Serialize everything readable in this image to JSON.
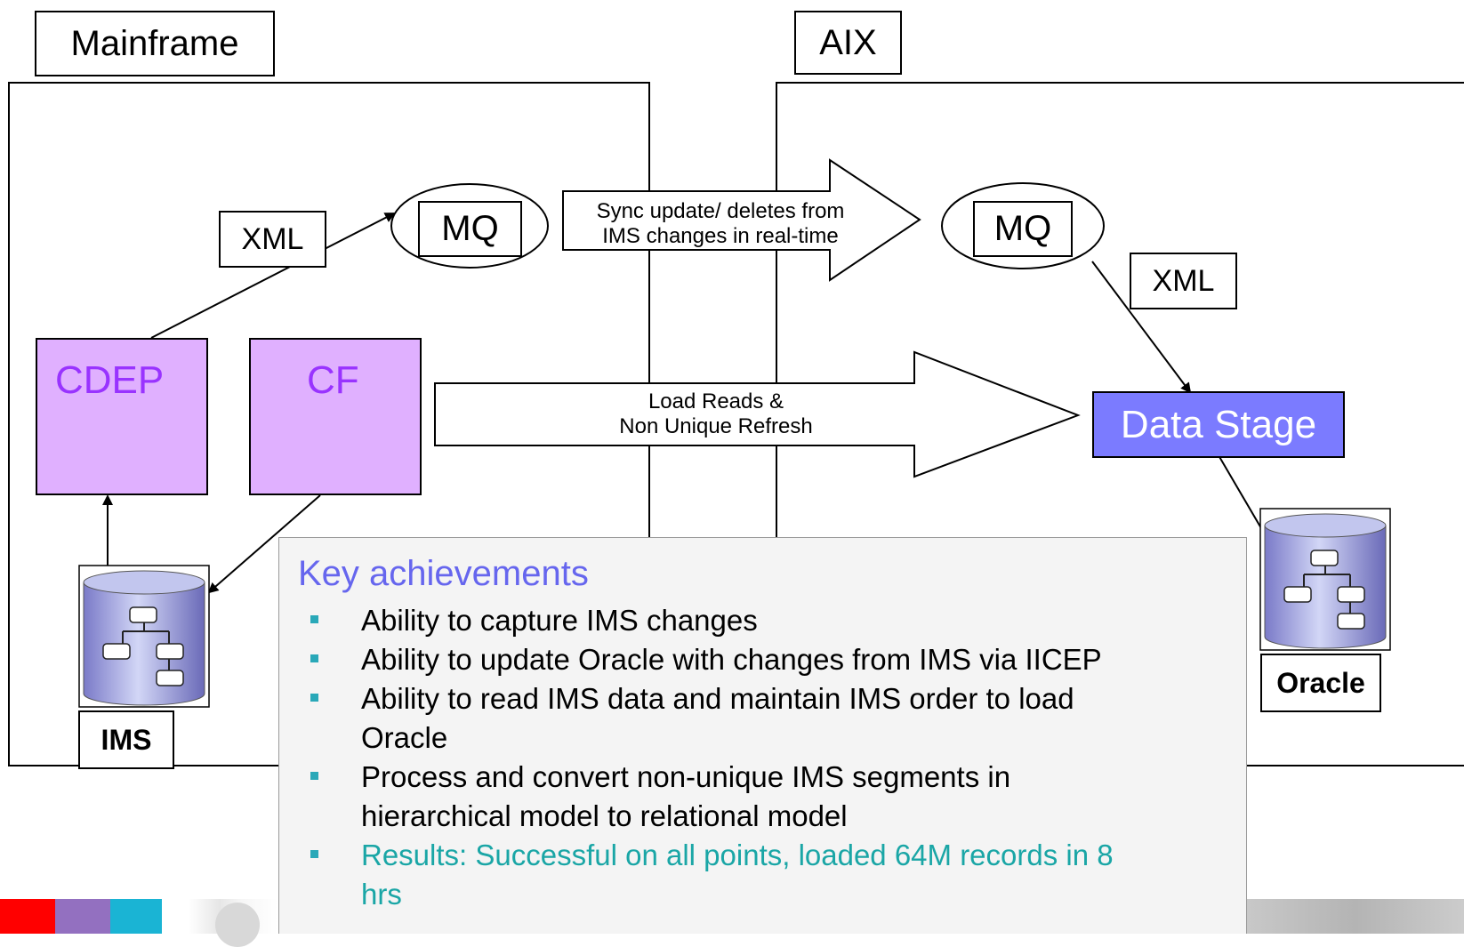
{
  "regions": {
    "mainframe_label": "Mainframe",
    "aix_label": "AIX"
  },
  "mainframe": {
    "xml_label": "XML",
    "mq_label": "MQ",
    "cdep_label": "CDEP",
    "cf_label": "CF",
    "ims_label": "IMS"
  },
  "aix": {
    "mq_label": "MQ",
    "xml_label": "XML",
    "datastage_label": "Data Stage",
    "oracle_label": "Oracle"
  },
  "arrows": {
    "sync_line1": "Sync update/ deletes from",
    "sync_line2": "IMS changes in real-time",
    "load_line1": "Load Reads &",
    "load_line2": "Non Unique Refresh"
  },
  "achievements": {
    "title": "Key achievements",
    "items": [
      {
        "lines": [
          "Ability to capture IMS changes"
        ]
      },
      {
        "lines": [
          "Ability to update Oracle with changes from IMS via IICEP"
        ]
      },
      {
        "lines": [
          "Ability to read IMS data and maintain IMS order to load",
          "Oracle"
        ]
      },
      {
        "lines": [
          "Process and convert non-unique IMS segments in",
          "hierarchical model to relational model"
        ]
      },
      {
        "lines": [
          "Results: Successful on all points, loaded 64M records in 8",
          "hrs"
        ]
      }
    ]
  },
  "colors": {
    "purple_fill": "#e0b0ff",
    "purple_text": "#9933ff",
    "datastage_fill": "#7b7bff",
    "title_blue": "#6666ee",
    "bullet_teal": "#29a8b8",
    "results_teal": "#1aa6a6",
    "footer_red": "#ff0000",
    "footer_purple": "#9370c0",
    "footer_cyan": "#1ab4d4"
  }
}
